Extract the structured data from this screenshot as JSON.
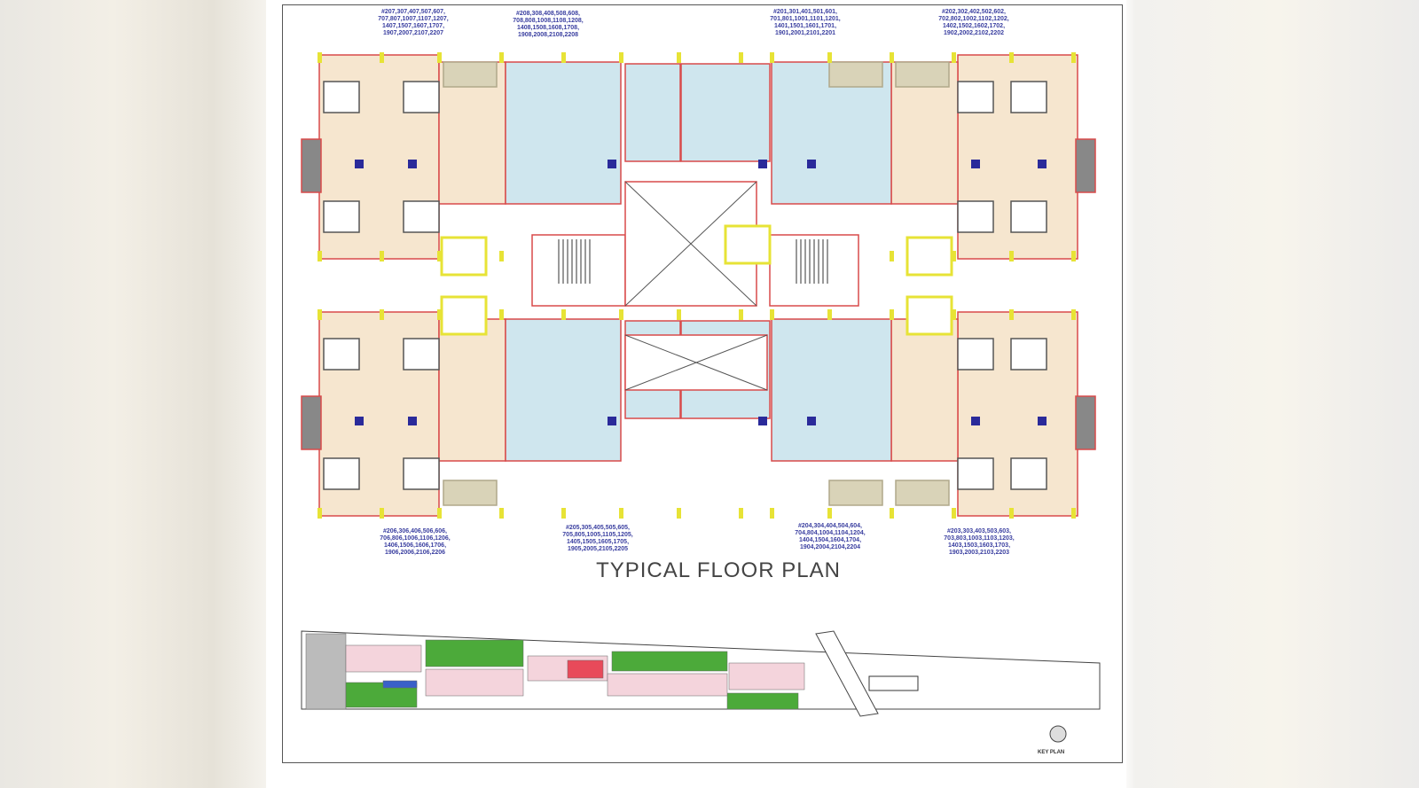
{
  "title": "TYPICAL FLOOR PLAN",
  "key_plan_label": "KEY PLAN",
  "colors": {
    "wall": "#d94a4a",
    "column": "#e7e336",
    "living": "#f6e6cf",
    "wet": "#cfe6ee",
    "balcony": "#d9d3b8",
    "fixture": "#2a2a9a",
    "text": "#3a3fa0"
  },
  "unit_labels": {
    "top": [
      [
        "#207,307,407,507,607,",
        "707,807,1007,1107,1207,",
        "1407,1507,1607,1707,",
        "1907,2007,2107,2207"
      ],
      [
        "#208,308,408,508,608,",
        "708,808,1008,1108,1208,",
        "1408,1508,1608,1708,",
        "1908,2008,2108,2208"
      ],
      [
        "#201,301,401,501,601,",
        "701,801,1001,1101,1201,",
        "1401,1501,1601,1701,",
        "1901,2001,2101,2201"
      ],
      [
        "#202,302,402,502,602,",
        "702,802,1002,1102,1202,",
        "1402,1502,1602,1702,",
        "1902,2002,2102,2202"
      ]
    ],
    "bottom": [
      [
        "#206,306,406,506,606,",
        "706,806,1006,1106,1206,",
        "1406,1506,1606,1706,",
        "1906,2006,2106,2206"
      ],
      [
        "#205,305,405,505,605,",
        "705,805,1005,1105,1205,",
        "1405,1505,1605,1705,",
        "1905,2005,2105,2205"
      ],
      [
        "#204,304,404,504,604,",
        "704,804,1004,1104,1204,",
        "1404,1504,1604,1704,",
        "1904,2004,2104,2204"
      ],
      [
        "#203,303,403,503,603,",
        "703,803,1003,1103,1203,",
        "1403,1503,1603,1703,",
        "1903,2003,2103,2203"
      ]
    ]
  }
}
